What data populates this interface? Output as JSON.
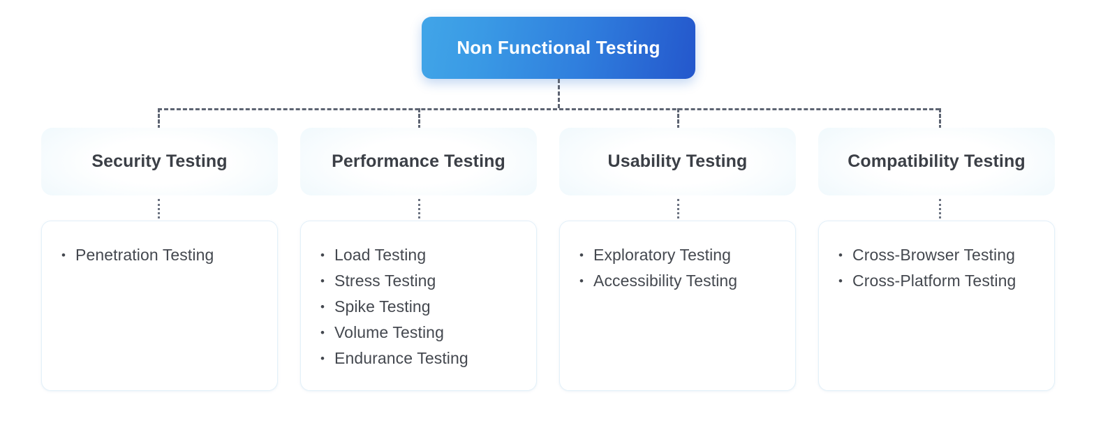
{
  "diagram": {
    "title": "Non Functional Testing",
    "root": {
      "label": "Non Functional Testing",
      "gradient_from": "#41a5e8",
      "gradient_to": "#2457cc",
      "text_color": "#ffffff"
    },
    "connector_color": "#5d6472",
    "background": "#ffffff",
    "category_text_color": "#3b3f46",
    "category_gradient_edge": "#d6ecfa",
    "list_border_color": "#e3f0f9",
    "list_text_color": "#44484f",
    "branches": [
      {
        "label": "Security Testing",
        "items": [
          "Penetration Testing"
        ]
      },
      {
        "label": "Performance Testing",
        "items": [
          "Load Testing",
          "Stress Testing",
          "Spike Testing",
          "Volume Testing",
          "Endurance Testing"
        ]
      },
      {
        "label": "Usability Testing",
        "items": [
          "Exploratory Testing",
          "Accessibility Testing"
        ]
      },
      {
        "label": "Compatibility Testing",
        "items": [
          "Cross-Browser Testing",
          "Cross-Platform Testing"
        ]
      }
    ]
  }
}
